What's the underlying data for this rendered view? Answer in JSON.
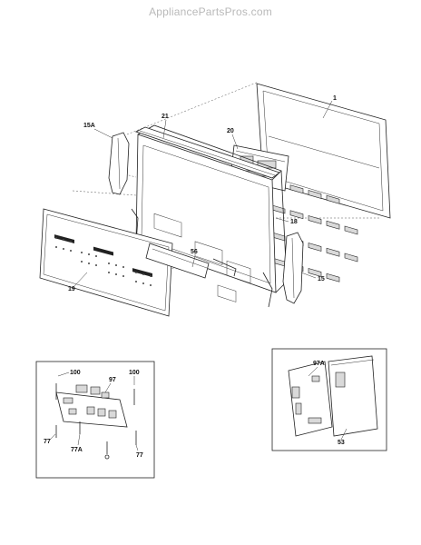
{
  "watermark": "AppliancePartsPros.com",
  "callouts": {
    "p1": "1",
    "p15": "15",
    "p15a": "15A",
    "p18": "18",
    "p19": "19",
    "p20": "20",
    "p21": "21",
    "p56": "56",
    "p100a": "100",
    "p100b": "100",
    "p97": "97",
    "p77a": "77",
    "p77b": "77",
    "p77A": "77A",
    "p97A": "97A",
    "p53": "53"
  }
}
